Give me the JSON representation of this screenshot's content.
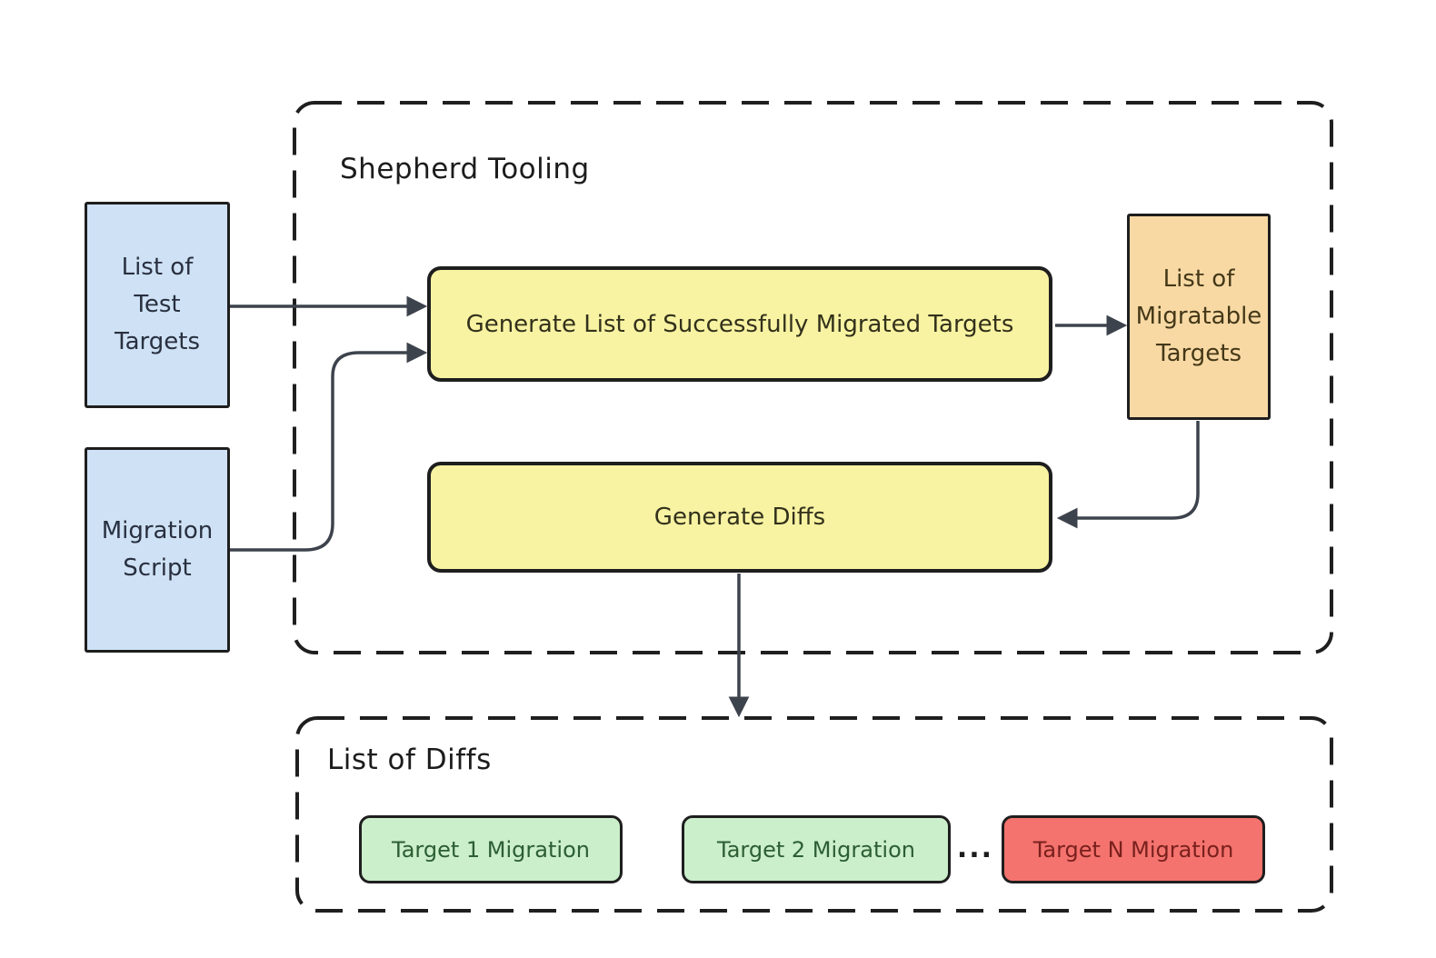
{
  "shepherd_container": {
    "label": "Shepherd Tooling"
  },
  "diffs_container": {
    "label": "List of Diffs"
  },
  "nodes": {
    "test_targets": {
      "label": "List of\nTest\nTargets"
    },
    "migration_script": {
      "label": "Migration\nScript"
    },
    "generate_list": {
      "label": "Generate List of Successfully Migrated Targets"
    },
    "migratable_targets": {
      "label": "List of\nMigratable\nTargets"
    },
    "generate_diffs": {
      "label": "Generate Diffs"
    },
    "target_1": {
      "label": "Target 1 Migration"
    },
    "target_2": {
      "label": "Target 2 Migration"
    },
    "ellipsis": {
      "label": "..."
    },
    "target_n": {
      "label": "Target N Migration"
    }
  },
  "edges": [
    {
      "from": "test_targets",
      "to": "generate_list"
    },
    {
      "from": "migration_script",
      "to": "generate_list"
    },
    {
      "from": "generate_list",
      "to": "migratable_targets"
    },
    {
      "from": "migratable_targets",
      "to": "generate_diffs"
    },
    {
      "from": "generate_diffs",
      "to": "diffs_container"
    }
  ],
  "colors": {
    "background": "#ffffff",
    "input_node_fill": "#cfe1f5",
    "process_node_fill": "#f8f3a2",
    "output_node_fill": "#f8d9a4",
    "success_node_fill": "#cbeecb",
    "failure_node_fill": "#f4736e",
    "node_border": "#1e1e1e",
    "dashed_border": "#1f1f1f",
    "arrow": "#3d434c",
    "success_text": "#2c5e33",
    "failure_text": "#79201d"
  }
}
